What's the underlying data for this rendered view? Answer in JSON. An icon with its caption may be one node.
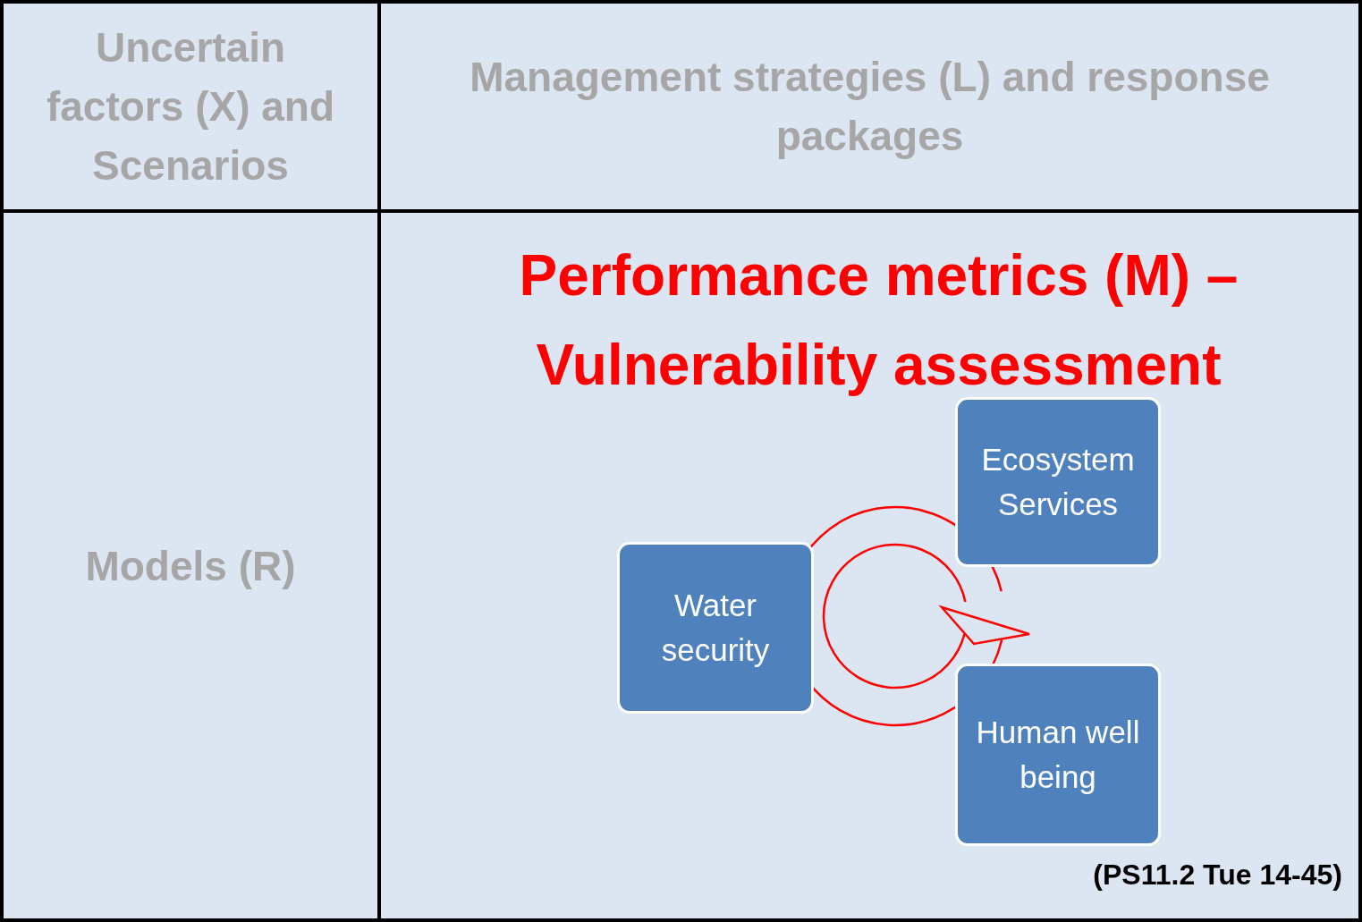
{
  "diagram": {
    "nodes": [
      {
        "text": [
          "Uncertain factors (X) and Scenarios"
        ]
      },
      {
        "text": [
          "Management strategies (L) and response packages"
        ]
      },
      {
        "text": [
          "Models (R)"
        ]
      },
      {
        "text": [
          "Performance metrics (M) – Vulnerability assessment"
        ]
      },
      {
        "text": [
          "Water security"
        ],
        "in": 3
      },
      {
        "text": [
          "Ecosystem Services"
        ],
        "in": 3
      },
      {
        "text": [
          "Human well being"
        ],
        "in": 3
      }
    ],
    "edges": [],
    "labels": [
      "(PS11.2 Tue 14-45)"
    ]
  }
}
